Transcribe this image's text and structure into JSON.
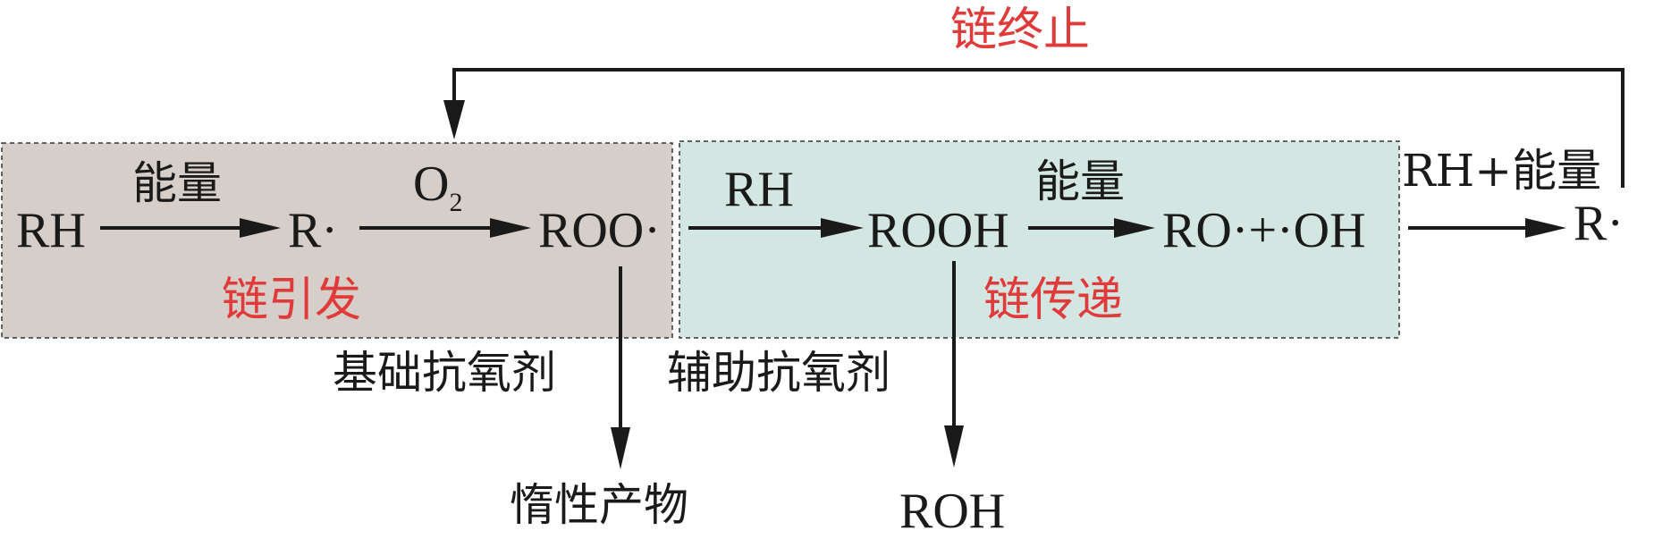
{
  "colors": {
    "initiation_box": "#d6cfc9",
    "propagation_box": "#d4e6e1",
    "label_red": "#e03a3a",
    "line": "#1a1a1a"
  },
  "labels": {
    "termination": "链终止",
    "initiation": "链引发",
    "propagation": "链传递",
    "energy_1": "能量",
    "o2_main": "O",
    "o2_sub": "2",
    "rh_2": "RH",
    "energy_2": "能量",
    "rh_energy": "RH+能量",
    "primary_antioxidant": "基础抗氧剂",
    "secondary_antioxidant": "辅助抗氧剂",
    "inert_products": "惰性产物",
    "roh": "ROH"
  },
  "species": {
    "rh": "RH",
    "r_radical": "R·",
    "roo_radical": "ROO·",
    "rooh": "ROOH",
    "ro_oh": "RO·+·OH",
    "r_radical_end": "R·"
  }
}
